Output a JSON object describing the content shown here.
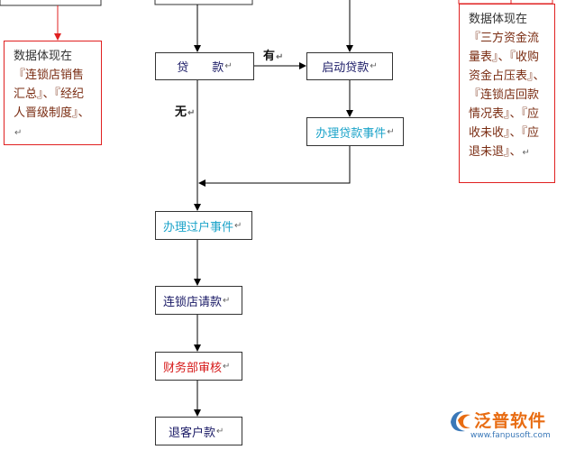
{
  "steps": {
    "loan": "贷　　款",
    "start_loan": "启动贷款",
    "handle_loan": "办理贷款事件",
    "handle_transfer": "办理过户事件",
    "store_request": "连锁店请款",
    "finance_review": "财务部审核",
    "refund": "退客户款"
  },
  "branches": {
    "yes": "有",
    "no": "无"
  },
  "notes": {
    "left": {
      "lead": "数据体现在",
      "body": "『连锁店销售汇总』、『经纪人晋级制度』、"
    },
    "right": {
      "lead": "数据体现在",
      "body": "『三方资金流量表』、『收购资金占压表』、『连锁店回款情况表』、『应收未收』、『应退未退』、"
    }
  },
  "return_mark": "↵",
  "logo": {
    "name": "泛普软件",
    "url": "www.fanpusoft.com"
  },
  "colors": {
    "cyan_text": "#1ba3c9",
    "red_text": "#d61818",
    "navy_text": "#1a1a66",
    "note_text": "#7a2c12",
    "arrow": "#000000",
    "red_arrow": "#e02020"
  }
}
